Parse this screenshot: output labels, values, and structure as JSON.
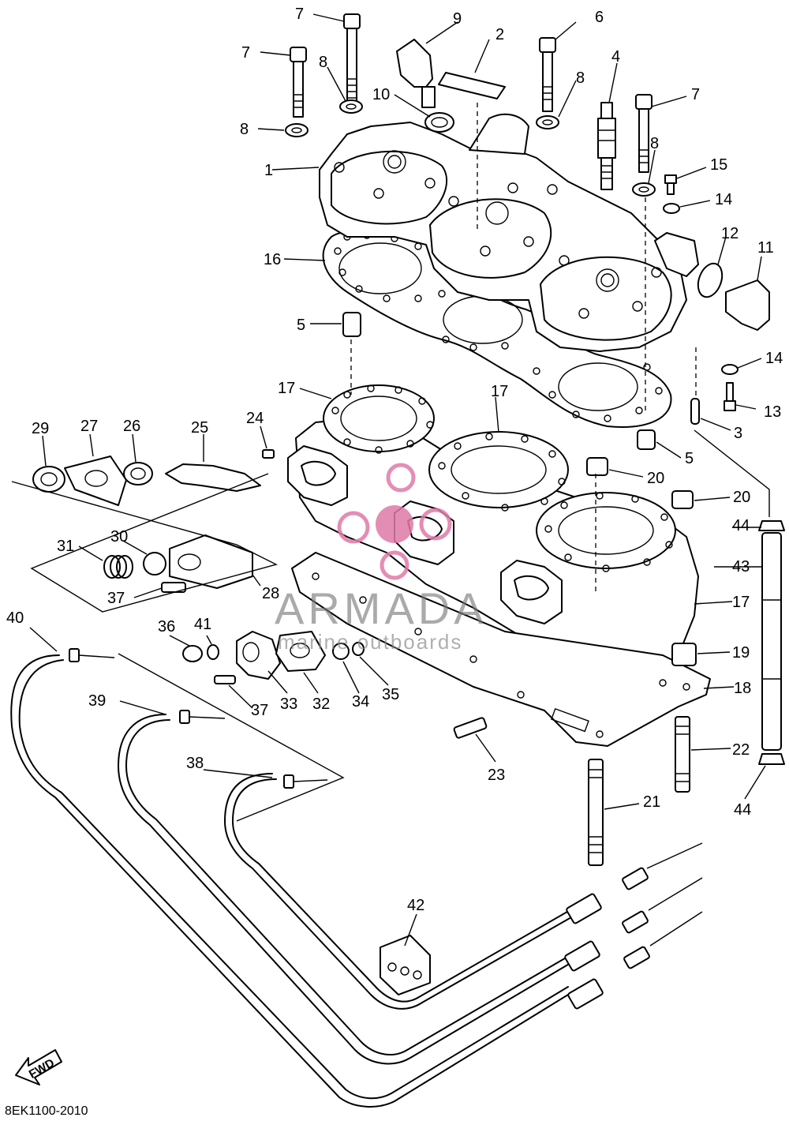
{
  "diagram_code": "8EK1100-2010",
  "watermark": {
    "brand": "ARMADA",
    "tagline": "marine outboards",
    "logo_color": "#e07aa8",
    "text_color": "#7a7a7a"
  },
  "fwd_label": "FWD",
  "callouts": [
    {
      "id": "c1",
      "label": "1"
    },
    {
      "id": "c2",
      "label": "2"
    },
    {
      "id": "c3",
      "label": "3"
    },
    {
      "id": "c4",
      "label": "4"
    },
    {
      "id": "c5a",
      "label": "5"
    },
    {
      "id": "c5b",
      "label": "5"
    },
    {
      "id": "c6",
      "label": "6"
    },
    {
      "id": "c7a",
      "label": "7"
    },
    {
      "id": "c7b",
      "label": "7"
    },
    {
      "id": "c7c",
      "label": "7"
    },
    {
      "id": "c8a",
      "label": "8"
    },
    {
      "id": "c8b",
      "label": "8"
    },
    {
      "id": "c8c",
      "label": "8"
    },
    {
      "id": "c8d",
      "label": "8"
    },
    {
      "id": "c9",
      "label": "9"
    },
    {
      "id": "c10",
      "label": "10"
    },
    {
      "id": "c11",
      "label": "11"
    },
    {
      "id": "c12",
      "label": "12"
    },
    {
      "id": "c13",
      "label": "13"
    },
    {
      "id": "c14a",
      "label": "14"
    },
    {
      "id": "c14b",
      "label": "14"
    },
    {
      "id": "c15",
      "label": "15"
    },
    {
      "id": "c16",
      "label": "16"
    },
    {
      "id": "c17a",
      "label": "17"
    },
    {
      "id": "c17b",
      "label": "17"
    },
    {
      "id": "c17c",
      "label": "17"
    },
    {
      "id": "c18",
      "label": "18"
    },
    {
      "id": "c19",
      "label": "19"
    },
    {
      "id": "c20a",
      "label": "20"
    },
    {
      "id": "c20b",
      "label": "20"
    },
    {
      "id": "c21",
      "label": "21"
    },
    {
      "id": "c22",
      "label": "22"
    },
    {
      "id": "c23",
      "label": "23"
    },
    {
      "id": "c24",
      "label": "24"
    },
    {
      "id": "c25",
      "label": "25"
    },
    {
      "id": "c26",
      "label": "26"
    },
    {
      "id": "c27",
      "label": "27"
    },
    {
      "id": "c28",
      "label": "28"
    },
    {
      "id": "c29",
      "label": "29"
    },
    {
      "id": "c30",
      "label": "30"
    },
    {
      "id": "c31",
      "label": "31"
    },
    {
      "id": "c32",
      "label": "32"
    },
    {
      "id": "c33",
      "label": "33"
    },
    {
      "id": "c34",
      "label": "34"
    },
    {
      "id": "c35",
      "label": "35"
    },
    {
      "id": "c36",
      "label": "36"
    },
    {
      "id": "c37a",
      "label": "37"
    },
    {
      "id": "c37b",
      "label": "37"
    },
    {
      "id": "c38",
      "label": "38"
    },
    {
      "id": "c39",
      "label": "39"
    },
    {
      "id": "c40",
      "label": "40"
    },
    {
      "id": "c41",
      "label": "41"
    },
    {
      "id": "c42",
      "label": "42"
    },
    {
      "id": "c43",
      "label": "43"
    },
    {
      "id": "c44a",
      "label": "44"
    },
    {
      "id": "c44b",
      "label": "44"
    }
  ]
}
